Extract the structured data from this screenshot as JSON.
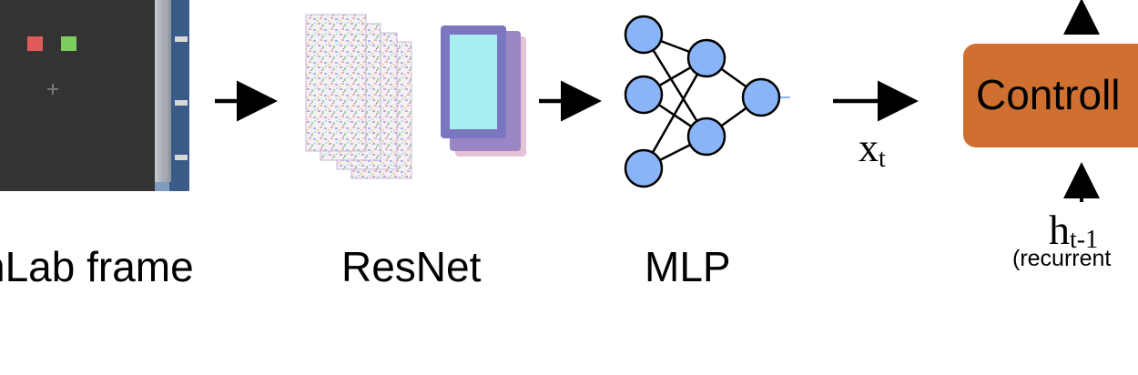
{
  "diagram": {
    "stages": [
      {
        "id": "frame",
        "label": "nLab frame"
      },
      {
        "id": "resnet",
        "label": "ResNet"
      },
      {
        "id": "mlp",
        "label": "MLP"
      }
    ],
    "controller": {
      "label": "Controll",
      "color": "#d07030"
    },
    "input_symbol": {
      "base": "x",
      "sub": "t"
    },
    "hidden_symbol": {
      "base": "h",
      "sub": "t-1",
      "note": "(recurrent"
    },
    "colors": {
      "node_fill": "#8ab4f8",
      "frame_bg": "#2e2e2e",
      "frame_wall": "#6b86a8",
      "feature_cyan": "#a8eef0",
      "feature_purple": "#8a7ab8",
      "marker_red": "#e05a5a",
      "marker_green": "#7ccd5e"
    }
  }
}
